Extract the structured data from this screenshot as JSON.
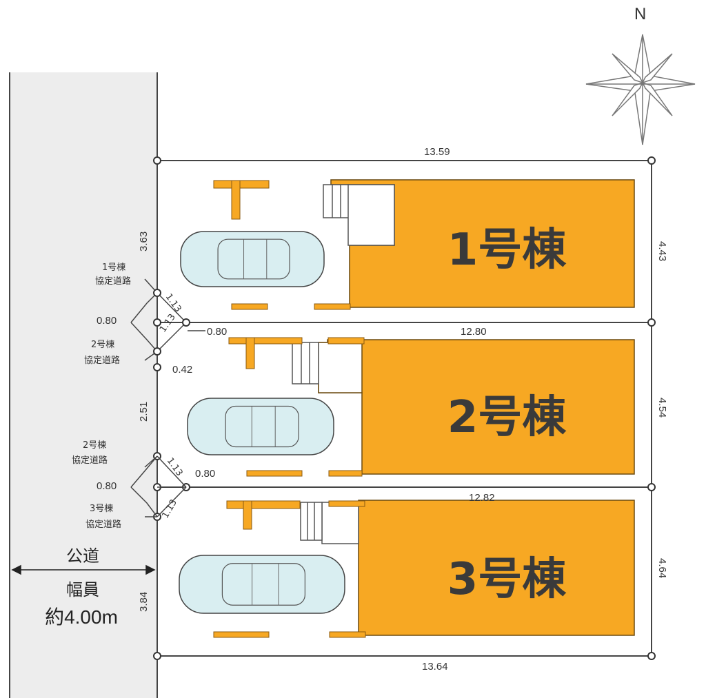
{
  "compass": {
    "label": "N"
  },
  "road": {
    "line1": "公道",
    "line2": "幅員",
    "line3": "約4.00m"
  },
  "lots": [
    {
      "name": "1号棟",
      "right_depth": "4.43",
      "left_frontage": "3.63"
    },
    {
      "name": "2号棟",
      "right_depth": "4.54",
      "left_frontage": "2.51"
    },
    {
      "name": "3号棟",
      "right_depth": "4.64",
      "left_frontage": "3.84"
    }
  ],
  "lines": {
    "top": "13.59",
    "line12": "12.80",
    "line23": "12.82",
    "bottom": "13.64"
  },
  "corners": {
    "c1": {
      "label1_line1": "1号棟",
      "label1_line2": "協定道路",
      "diag_a": "1.13",
      "diag_b": "1.13",
      "left": "0.80",
      "right": "0.80",
      "label2_line1": "2号棟",
      "label2_line2": "協定道路",
      "small": "0.42"
    },
    "c2": {
      "label1_line1": "2号棟",
      "label1_line2": "協定道路",
      "diag_a": "1.13",
      "diag_b": "1.13",
      "left": "0.80",
      "right": "0.80",
      "label2_line1": "3号棟",
      "label2_line2": "協定道路"
    }
  },
  "colors": {
    "building": "#f7a823",
    "road": "#ededed",
    "car": "#d9eef1",
    "line": "#333333"
  }
}
